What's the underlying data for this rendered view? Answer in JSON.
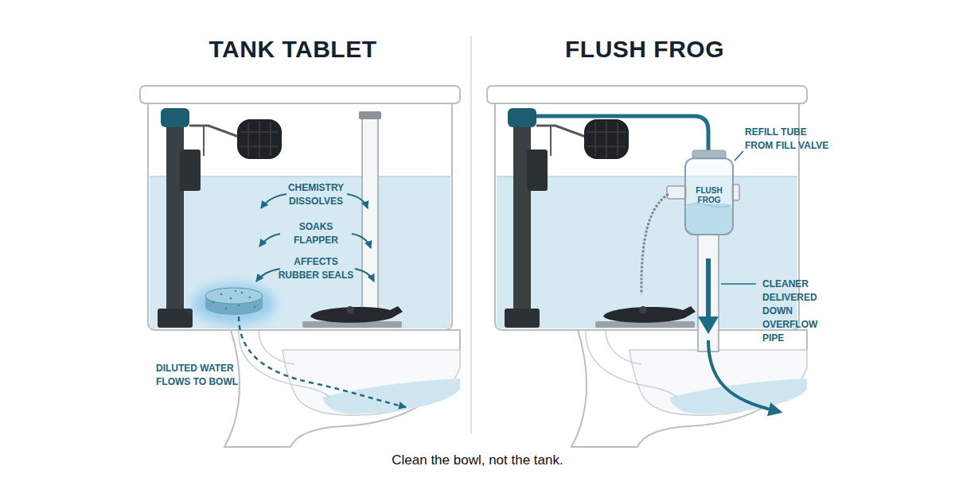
{
  "diagram": {
    "caption": "Clean the bowl, not the tank.",
    "nodes": [
      {
        "text": [
          "FLUSH FROG"
        ]
      }
    ],
    "labels": [
      "TANK TABLET",
      "CHEMISTRY DISSOLVES",
      "SOAKS FLAPPER",
      "AFFECTS RUBBER SEALS",
      "DILUTED WATER FLOWS TO BOWL",
      "FLUSH FROG",
      "REFILL TUBE FROM FILL VALVE",
      "CLEANER DELIVERED DOWN OVERFLOW PIPE"
    ]
  }
}
